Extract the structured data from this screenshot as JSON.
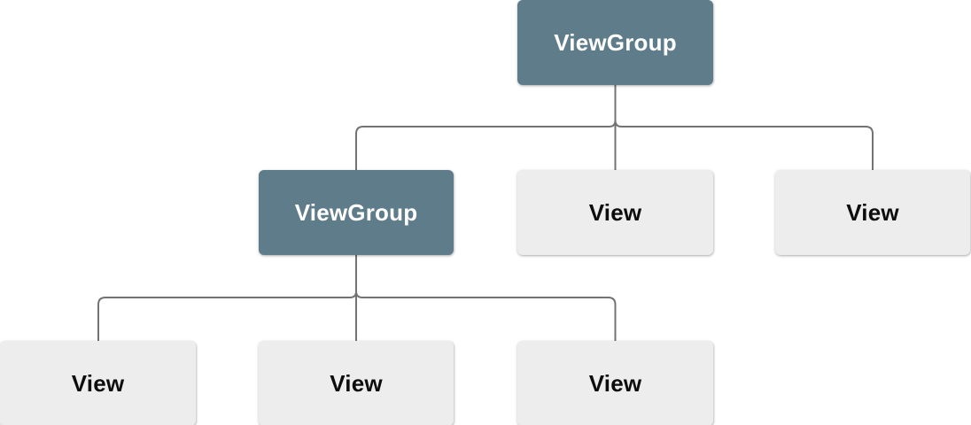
{
  "diagram": {
    "description": "View hierarchy tree with ViewGroup and View nodes",
    "colors": {
      "viewgroup_fill": "#5f7c8a",
      "viewgroup_text": "#ffffff",
      "view_fill": "#ededed",
      "view_text": "#0d0d0d",
      "connector": "#737373",
      "background": "#ffffff"
    },
    "nodes": {
      "root": {
        "label": "ViewGroup",
        "type": "viewgroup"
      },
      "level2": [
        {
          "label": "ViewGroup",
          "type": "viewgroup"
        },
        {
          "label": "View",
          "type": "view"
        },
        {
          "label": "View",
          "type": "view"
        }
      ],
      "level3": [
        {
          "label": "View",
          "type": "view"
        },
        {
          "label": "View",
          "type": "view"
        },
        {
          "label": "View",
          "type": "view"
        }
      ]
    }
  }
}
